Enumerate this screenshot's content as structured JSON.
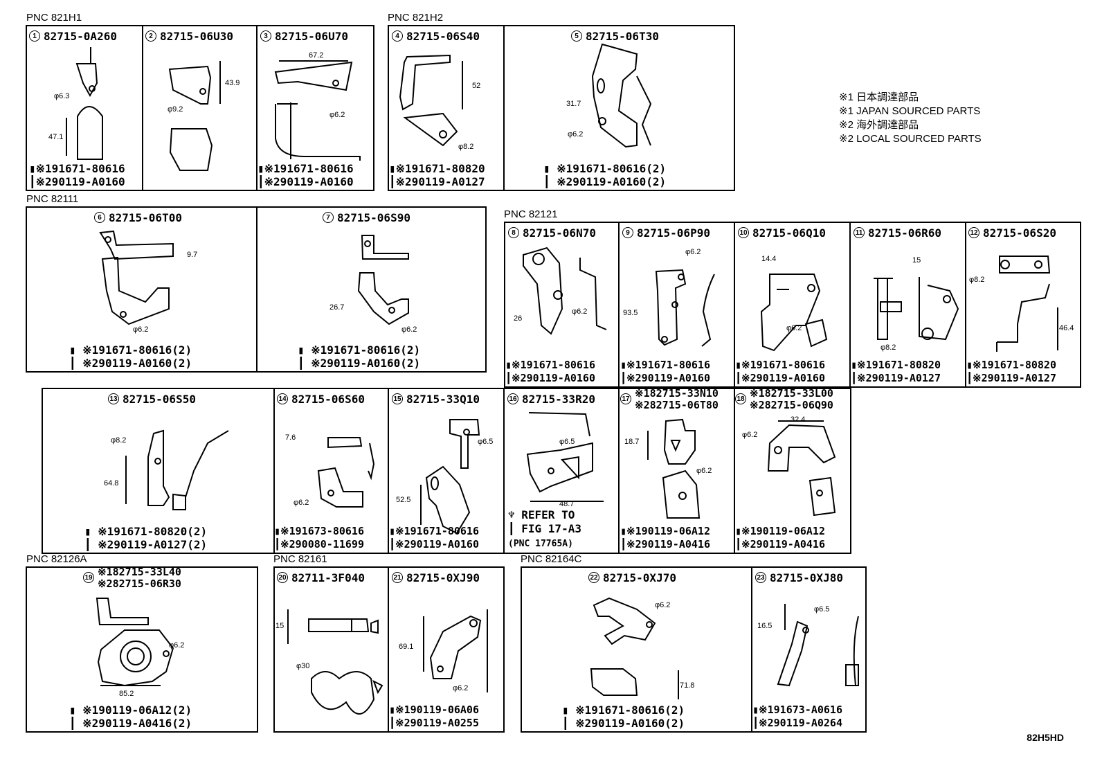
{
  "legend": [
    "※1 日本調達部品",
    "※1 JAPAN SOURCED PARTS",
    "※2 海外調達部品",
    "※2 LOCAL SOURCED PARTS"
  ],
  "pnc_labels": {
    "g1": "PNC 821H1",
    "g2": "PNC 821H2",
    "g3": "PNC 82111",
    "g4": "PNC 82121",
    "g5": "PNC 82126A",
    "g6": "PNC 82161",
    "g7": "PNC 82164C"
  },
  "parts": {
    "p1": {
      "num": "1",
      "title": "82715-0A260",
      "hw1": "※191671-80616",
      "hw2": "※290119-A0160",
      "dims": [
        "φ6.3",
        "47.1"
      ]
    },
    "p2": {
      "num": "2",
      "title": "82715-06U30",
      "dims": [
        "43.9",
        "φ9.2"
      ]
    },
    "p3": {
      "num": "3",
      "title": "82715-06U70",
      "hw1": "※191671-80616",
      "hw2": "※290119-A0160",
      "dims": [
        "67.2",
        "φ6.2"
      ]
    },
    "p4": {
      "num": "4",
      "title": "82715-06S40",
      "hw1": "※191671-80820",
      "hw2": "※290119-A0127",
      "dims": [
        "52",
        "φ8.2"
      ]
    },
    "p5": {
      "num": "5",
      "title": "82715-06T30",
      "hw1": "※191671-80616(2)",
      "hw2": "※290119-A0160(2)",
      "dims": [
        "31.7",
        "φ6.2"
      ]
    },
    "p6": {
      "num": "6",
      "title": "82715-06T00",
      "hw1": "※191671-80616(2)",
      "hw2": "※290119-A0160(2)",
      "dims": [
        "9.7",
        "φ6.2"
      ]
    },
    "p7": {
      "num": "7",
      "title": "82715-06S90",
      "hw1": "※191671-80616(2)",
      "hw2": "※290119-A0160(2)",
      "dims": [
        "26.7",
        "φ6.2"
      ]
    },
    "p8": {
      "num": "8",
      "title": "82715-06N70",
      "hw1": "※191671-80616",
      "hw2": "※290119-A0160",
      "dims": [
        "26",
        "φ6.2"
      ]
    },
    "p9": {
      "num": "9",
      "title": "82715-06P90",
      "hw1": "※191671-80616",
      "hw2": "※290119-A0160",
      "dims": [
        "φ6.2",
        "93.5"
      ]
    },
    "p10": {
      "num": "10",
      "title": "82715-06Q10",
      "hw1": "※191671-80616",
      "hw2": "※290119-A0160",
      "dims": [
        "14.4",
        "φ6.2"
      ]
    },
    "p11": {
      "num": "11",
      "title": "82715-06R60",
      "hw1": "※191671-80820",
      "hw2": "※290119-A0127",
      "dims": [
        "15",
        "φ8.2"
      ]
    },
    "p12": {
      "num": "12",
      "title": "82715-06S20",
      "hw1": "※191671-80820",
      "hw2": "※290119-A0127",
      "dims": [
        "φ8.2",
        "46.4"
      ]
    },
    "p13": {
      "num": "13",
      "title": "82715-06S50",
      "hw1": "※191671-80820(2)",
      "hw2": "※290119-A0127(2)",
      "dims": [
        "φ8.2",
        "64.8"
      ]
    },
    "p14": {
      "num": "14",
      "title": "82715-06S60",
      "hw1": "※191673-80616",
      "hw2": "※290080-11699",
      "dims": [
        "7.6",
        "φ6.2"
      ]
    },
    "p15": {
      "num": "15",
      "title": "82715-33Q10",
      "hw1": "※191671-80616",
      "hw2": "※290119-A0160",
      "dims": [
        "φ6.5",
        "52.5"
      ]
    },
    "p16": {
      "num": "16",
      "title": "82715-33R20",
      "refer1": "REFER TO",
      "refer2": "FIG 17-A3",
      "refer3": "(PNC 17765A)",
      "dims": [
        "φ6.5",
        "48.7"
      ]
    },
    "p17": {
      "num": "17",
      "title": "※182715-33N10",
      "title2": "※282715-06T80",
      "hw1": "※190119-06A12",
      "hw2": "※290119-A0416",
      "dims": [
        "18.7",
        "φ6.2"
      ]
    },
    "p18": {
      "num": "18",
      "title": "※182715-33L00",
      "title2": "※282715-06Q90",
      "hw1": "※190119-06A12",
      "hw2": "※290119-A0416",
      "dims": [
        "32.4",
        "φ6.2"
      ]
    },
    "p19": {
      "num": "19",
      "title": "※182715-33L40",
      "title2": "※282715-06R30",
      "hw1": "※190119-06A12(2)",
      "hw2": "※290119-A0416(2)",
      "dims": [
        "φ6.2",
        "85.2"
      ]
    },
    "p20": {
      "num": "20",
      "title": "82711-3F040",
      "dims": [
        "15",
        "φ30"
      ]
    },
    "p21": {
      "num": "21",
      "title": "82715-0XJ90",
      "hw1": "※190119-06A06",
      "hw2": "※290119-A0255",
      "dims": [
        "69.1",
        "φ6.2"
      ]
    },
    "p22": {
      "num": "22",
      "title": "82715-0XJ70",
      "hw1": "※191671-80616(2)",
      "hw2": "※290119-A0160(2)",
      "dims": [
        "φ6.2",
        "71.8"
      ]
    },
    "p23": {
      "num": "23",
      "title": "82715-0XJ80",
      "hw1": "※191673-A0616",
      "hw2": "※290119-A0264",
      "dims": [
        "φ6.5",
        "16.5"
      ]
    }
  },
  "diagram_code": "82H5HD"
}
